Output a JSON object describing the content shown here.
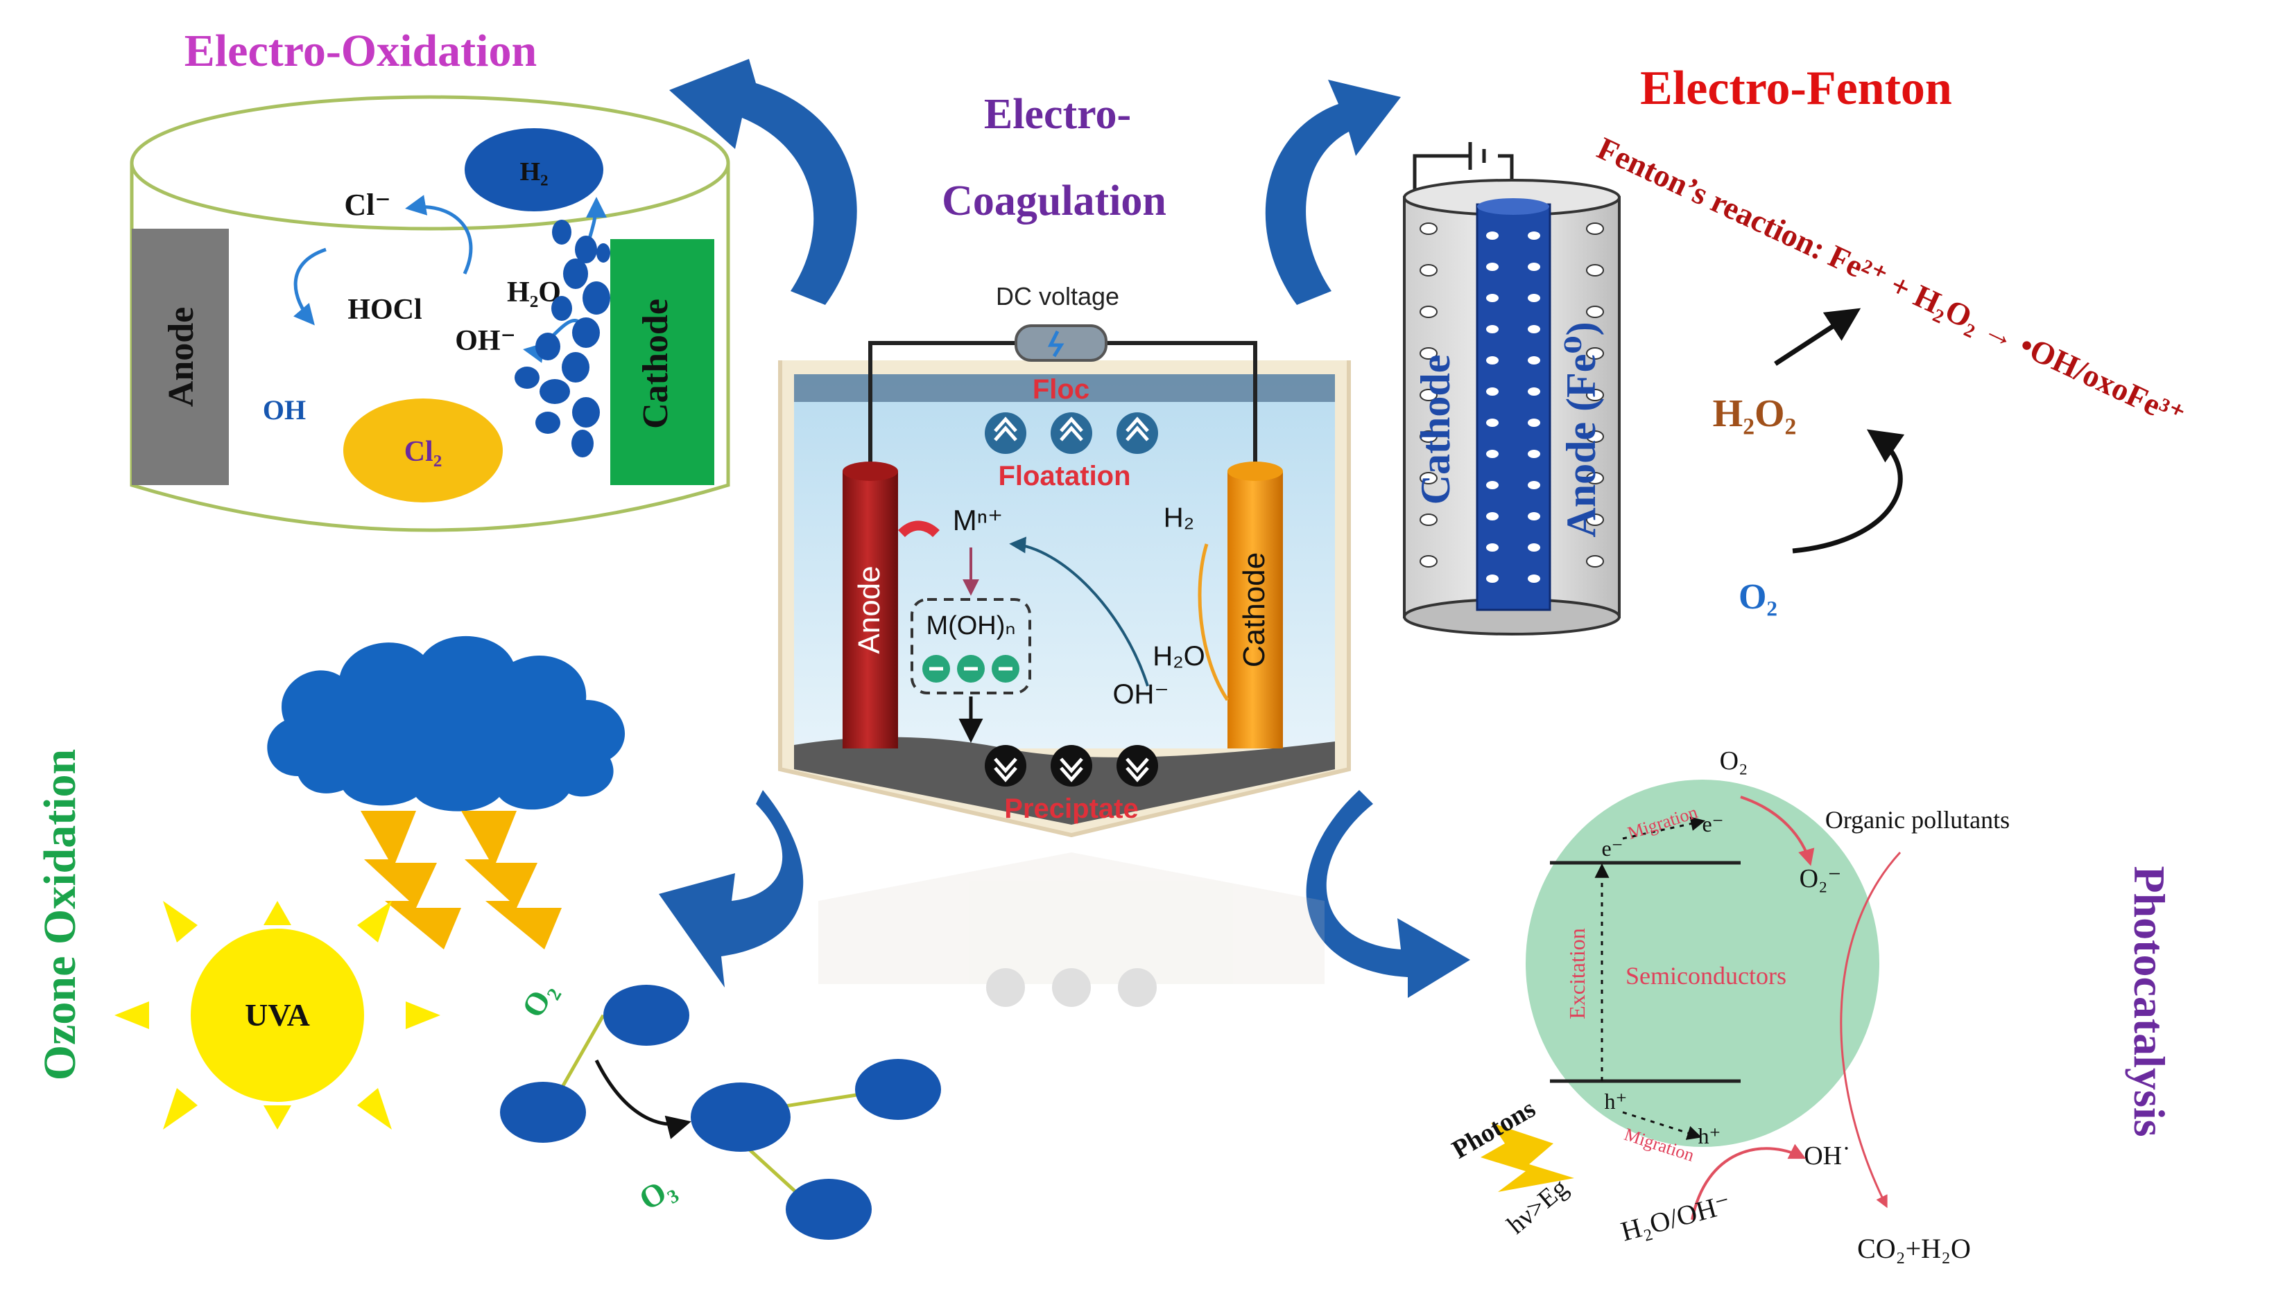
{
  "colors": {
    "electro_oxidation_title": "#c43bc4",
    "electro_coagulation_title": "#6a2a9e",
    "electro_fenton_title": "#e01010",
    "fenton_reaction": "#b01010",
    "ozone_title": "#1aa34a",
    "photocatalysis_title": "#6a2a9e",
    "arrow_blue": "#1f5fae",
    "ellipse_blue": "#1656b0",
    "anode_gray": "#7a7a7a",
    "cathode_green": "#12a84a",
    "cl2_yellow": "#f7bf10",
    "cloud_blue": "#1565c0",
    "sun_yellow": "#ffec00",
    "water_blue": "#cfe7f5",
    "semiconductor_green": "#a9dcbe"
  },
  "electro_oxidation": {
    "title": "Electro-Oxidation",
    "anode": "Anode",
    "cathode": "Cathode",
    "h2": "H₂",
    "cl_minus": "Cl⁻",
    "hocl": "HOCl",
    "h2o": "H₂O",
    "oh_minus": "OH⁻",
    "oh": "OH",
    "cl2": "Cl₂"
  },
  "electro_coagulation": {
    "title_line1": "Electro-",
    "title_line2": "Coagulation",
    "dc_voltage": "DC voltage",
    "floc": "Floc",
    "floatation": "Floatation",
    "anode": "Anode",
    "cathode": "Cathode",
    "mn_plus": "Mⁿ⁺",
    "m_oh_n": "M(OH)ₙ",
    "h2": "H₂",
    "h2o": "H₂O",
    "oh_minus": "OH⁻",
    "precipitate": "Preciptate"
  },
  "electro_fenton": {
    "title": "Electro-Fenton",
    "cathode": "Cathode",
    "anode": "Anode (Fe⁰)",
    "reaction": "Fenton’s reaction: Fe²⁺ + H₂O₂ → •OH/oxoFe³⁺",
    "h2o2": "H₂O₂",
    "o2": "O₂"
  },
  "ozone_oxidation": {
    "title": "Ozone Oxidation",
    "uva": "UVA",
    "o2": "O₂",
    "o3": "O₃"
  },
  "photocatalysis": {
    "title": "Photocatalysis",
    "o2_top": "O₂",
    "migration_top": "Migration",
    "e_minus_left": "e⁻",
    "e_minus_right": "e⁻",
    "o2_radical": "O₂⁻",
    "organic_pollutants": "Organic pollutants",
    "excitation": "Excitation",
    "semiconductors": "Semiconductors",
    "h_plus_left": "h⁺",
    "h_plus_right": "h⁺",
    "migration_bottom": "Migration",
    "oh_radical": "OH˙",
    "photons": "Photons",
    "hv": "hν>Eg",
    "h2o_oh": "H₂O/OH⁻",
    "products": "CO₂+H₂O"
  }
}
